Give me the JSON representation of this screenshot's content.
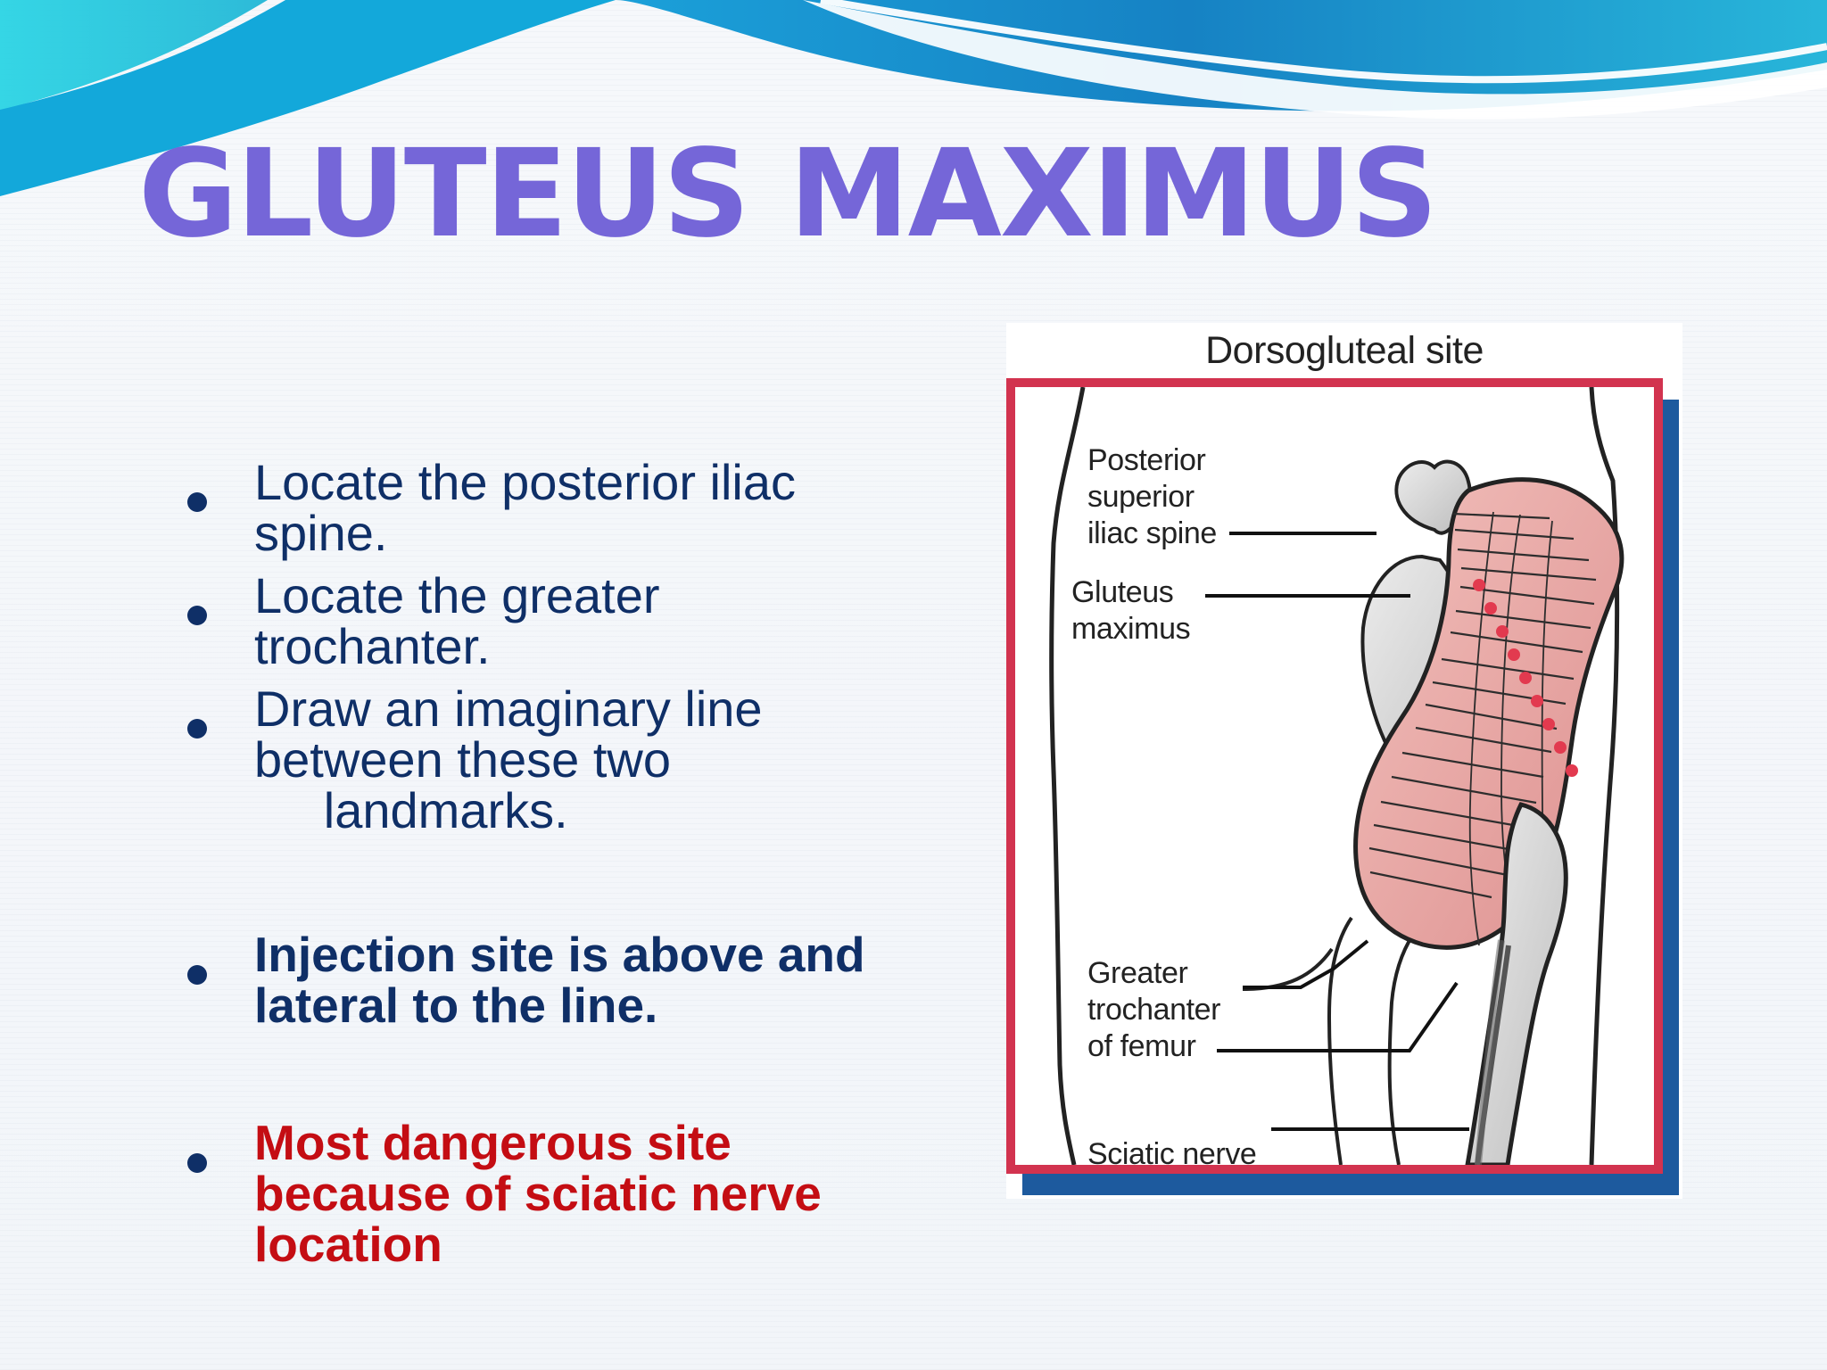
{
  "slide": {
    "title": "GLUTEUS MAXIMUS"
  },
  "bullets": [
    {
      "text": "Locate the posterior iliac\nspine."
    },
    {
      "text": "Locate the greater\ntrochanter."
    },
    {
      "text": "Draw an imaginary line\nbetween these two\n     landmarks."
    },
    {
      "text": "Injection site is above and\nlateral to the line."
    },
    {
      "text": "Most dangerous site\nbecause of sciatic nerve\nlocation"
    }
  ],
  "figure": {
    "caption": "Dorsogluteal site",
    "callouts": [
      "Posterior\nsuperior\niliac spine",
      "Gluteus\nmaximus",
      "Greater\ntrochanter\nof femur",
      "Sciatic nerve"
    ]
  },
  "colors": {
    "title": "#7566d8",
    "text_blue": "#0f2f67",
    "warning_red": "#c40d13",
    "frame_red": "#d2334f",
    "frame_shadow_blue": "#1d5a9e",
    "muscle_pink": "#e9a8a6",
    "injection_dots": "#e23a4f"
  }
}
